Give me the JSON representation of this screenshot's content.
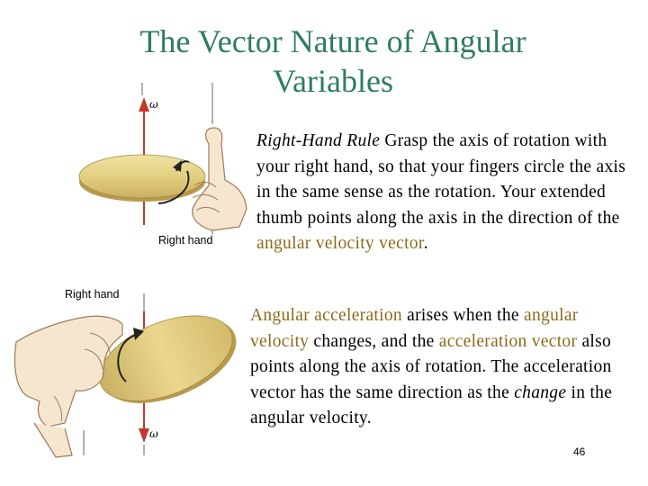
{
  "slide": {
    "title": "The Vector Nature of Angular Variables",
    "page_number": "46"
  },
  "paragraph1": {
    "lead": "Right-Hand Rule",
    "text1": " Grasp the axis of rotation with your right hand, so that your fingers circle the axis in the same sense as the rotation. Your extended thumb points along the axis in the direction of the ",
    "highlight": "angular velocity vector",
    "text2": "."
  },
  "paragraph2": {
    "hl1": "Angular acceleration",
    "text1": " arises when the ",
    "hl2": "angular velocity",
    "text2": " changes, and the ",
    "hl3": "acceleration vector",
    "text3": " also points along the axis of rotation. The acceleration vector has the same direction as the ",
    "emph": "change",
    "text4": " in the angular velocity."
  },
  "figure_top": {
    "label": "Right hand",
    "symbol": "ω"
  },
  "figure_bottom": {
    "label": "Right hand",
    "symbol": "ω"
  },
  "colors": {
    "title": "#2e7d5f",
    "highlight": "#8a6a1a",
    "arrow": "#c0392b",
    "disk": "#e6d489"
  }
}
